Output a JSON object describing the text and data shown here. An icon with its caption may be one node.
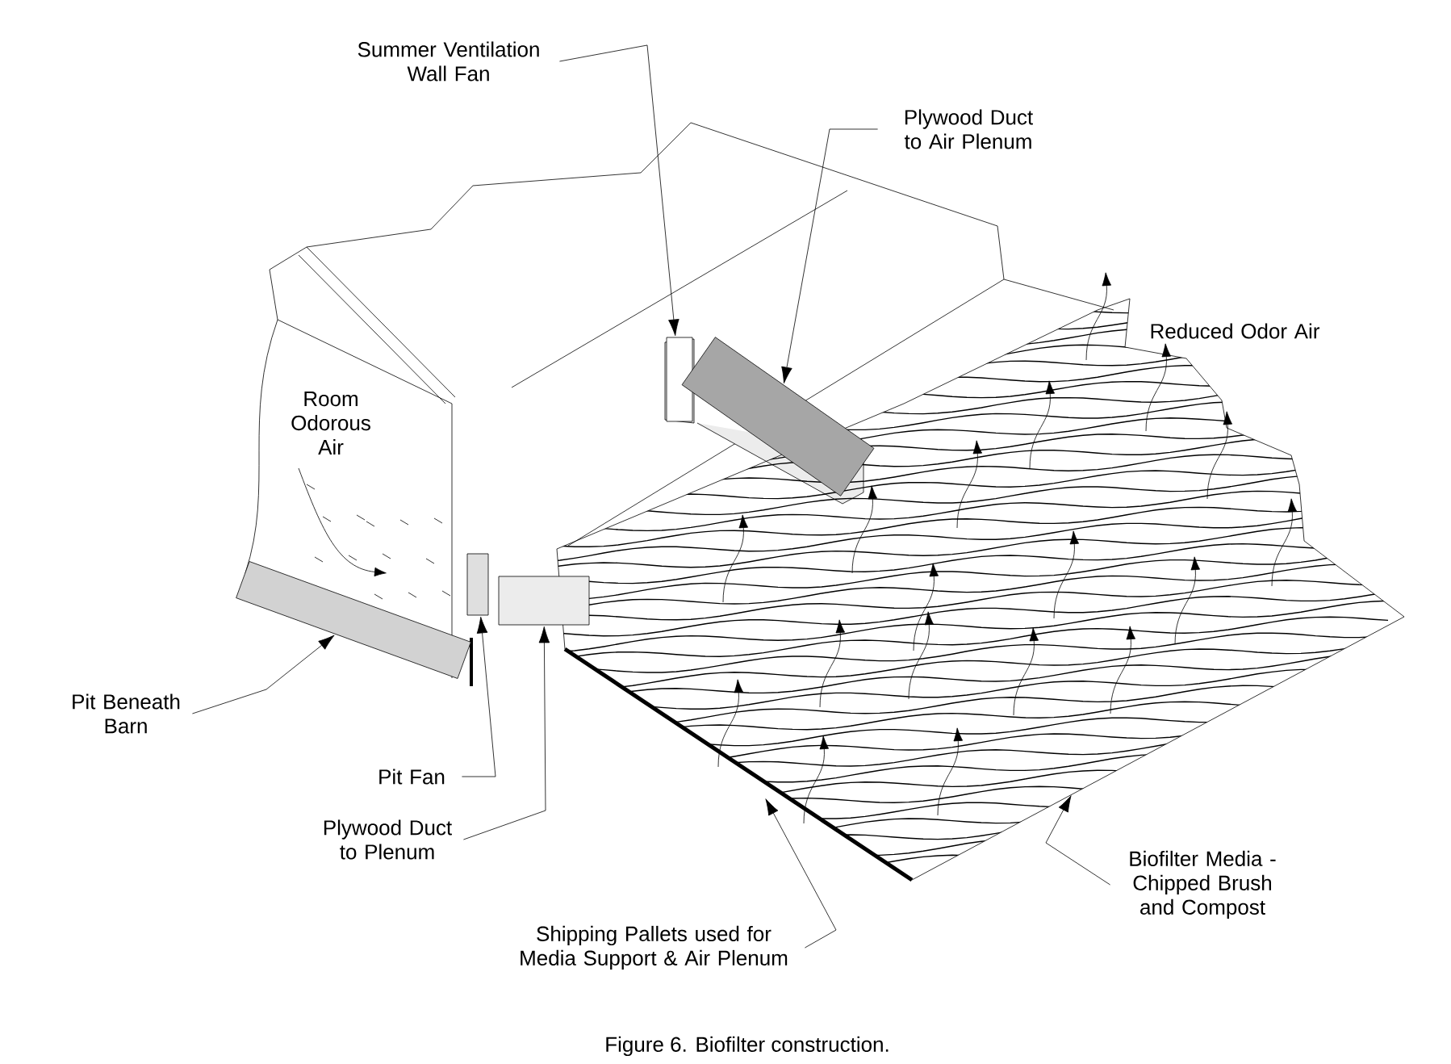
{
  "diagram": {
    "caption": "Figure 6. Biofilter construction.",
    "nodes": [
      {
        "text": [
          "Summer Ventilation Wall Fan"
        ]
      },
      {
        "text": [],
        "shape": "box"
      },
      {
        "text": [
          "Plywood Duct to Air Plenum"
        ]
      },
      {
        "text": [],
        "shape": "box"
      },
      {
        "text": [
          "Pit Beneath Barn"
        ]
      },
      {
        "text": [
          "Pit Fan"
        ]
      },
      {
        "text": [
          "Plywood Duct to Plenum"
        ]
      },
      {
        "text": [
          "Shipping Pallets used for Media Support & Air Plenum"
        ]
      },
      {
        "text": [
          "Biofilter Media - Chipped Brush and Compost"
        ]
      },
      {
        "text": [],
        "shape": "box"
      },
      {
        "text": [],
        "shape": "box"
      },
      {
        "text": [],
        "shape": "box"
      }
    ],
    "edges": [
      {
        "from": 0,
        "to": 1,
        "arrow": "to"
      },
      {
        "from": 2,
        "to": 3,
        "arrow": "to"
      },
      {
        "from": 4,
        "to": 11,
        "arrow": "to"
      },
      {
        "from": 5,
        "to": 9,
        "arrow": "to"
      },
      {
        "from": 6,
        "to": 10,
        "arrow": "to"
      },
      {
        "from": 7,
        "to": null,
        "arrow": "to"
      },
      {
        "from": 8,
        "to": null,
        "arrow": "to"
      }
    ],
    "labels": [
      "Room Odorous Air",
      "Reduced Odor Air"
    ]
  }
}
